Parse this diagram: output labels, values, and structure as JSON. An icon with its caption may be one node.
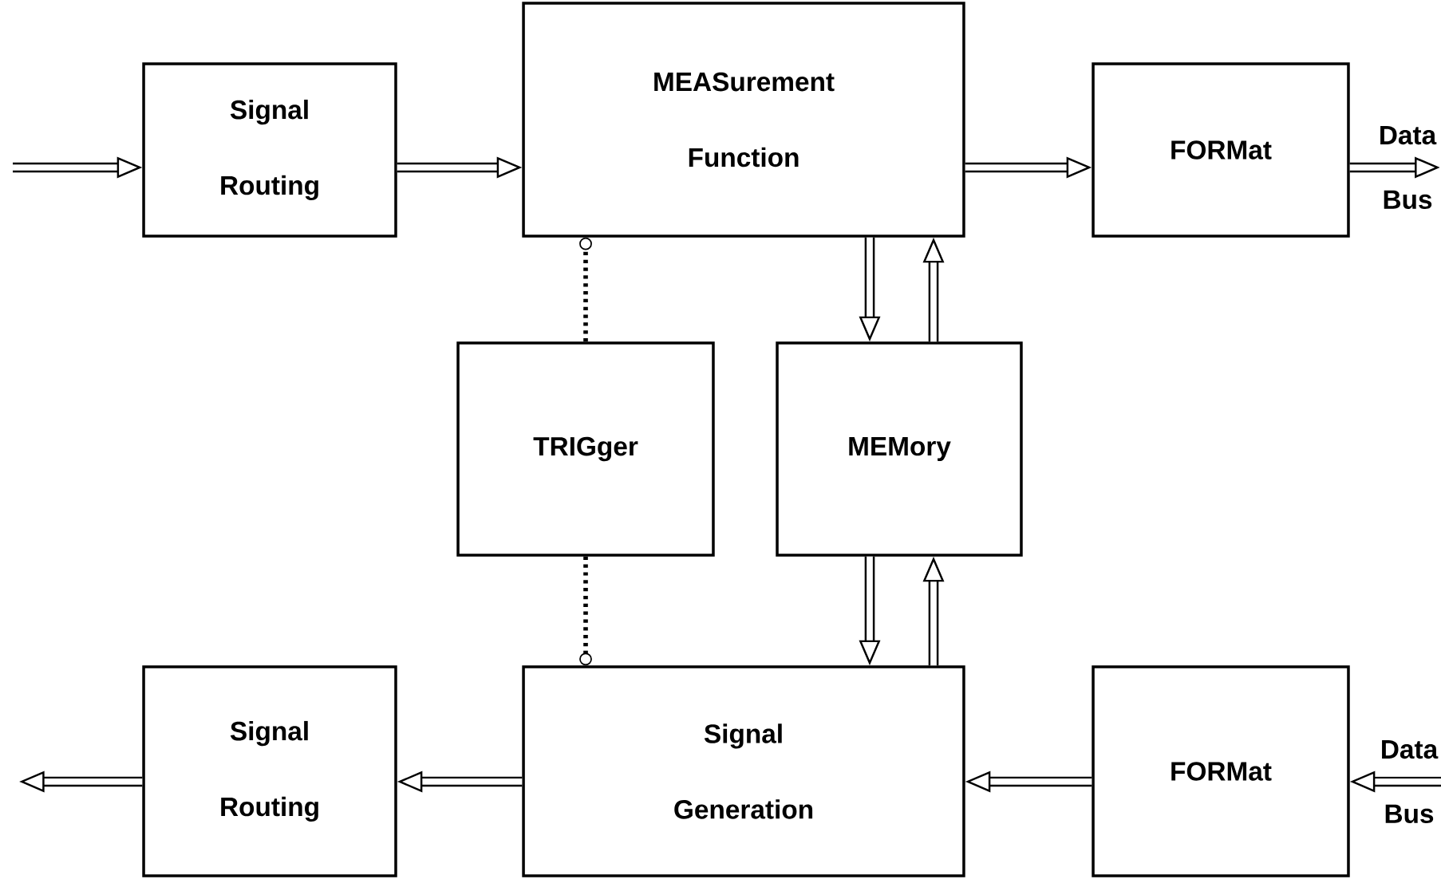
{
  "diagram": {
    "nodes": [
      {
        "text": [
          "Signal Routing"
        ]
      },
      {
        "text": [
          "MEASurement Function"
        ]
      },
      {
        "text": [
          "FORMat"
        ]
      },
      {
        "text": [
          "TRIGger"
        ]
      },
      {
        "text": [
          "MEMory"
        ]
      },
      {
        "text": [
          "Signal Generation"
        ]
      },
      {
        "text": [
          "Signal Routing"
        ]
      },
      {
        "text": [
          "FORMat"
        ]
      },
      {
        "text": [
          "Data Bus"
        ]
      },
      {
        "text": [
          "Data Bus"
        ]
      }
    ],
    "edges": [
      {
        "from": null,
        "to": 0,
        "arrow": "to"
      },
      {
        "from": 0,
        "to": 1,
        "arrow": "to"
      },
      {
        "from": 1,
        "to": 2,
        "arrow": "to"
      },
      {
        "from": 2,
        "to": 8,
        "arrow": "to"
      },
      {
        "from": 1,
        "to": 4,
        "arrow": "to"
      },
      {
        "from": 4,
        "to": 1,
        "arrow": "to"
      },
      {
        "from": 3,
        "to": 1,
        "arrow": "other",
        "style": "dashed"
      },
      {
        "from": 3,
        "to": 5,
        "arrow": "other",
        "style": "dashed"
      },
      {
        "from": 4,
        "to": 5,
        "arrow": "to"
      },
      {
        "from": 5,
        "to": 4,
        "arrow": "to"
      },
      {
        "from": 9,
        "to": 7,
        "arrow": "to"
      },
      {
        "from": 7,
        "to": 5,
        "arrow": "to"
      },
      {
        "from": 5,
        "to": 6,
        "arrow": "to"
      },
      {
        "from": 6,
        "to": null,
        "arrow": "to"
      }
    ]
  }
}
